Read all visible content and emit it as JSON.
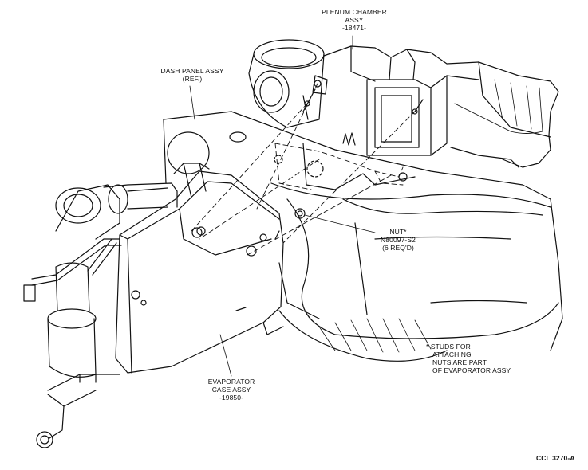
{
  "labels": {
    "plenum": [
      "PLENUM CHAMBER",
      "ASSY",
      "-18471-"
    ],
    "dash": [
      "DASH PANEL ASSY",
      "(REF.)"
    ],
    "nut": [
      "NUT*",
      "N80097-S2",
      "(6 REQ'D)"
    ],
    "note": [
      "* STUDS FOR",
      "ATTACHING",
      "NUTS ARE PART",
      "OF EVAPORATOR ASSY"
    ],
    "evaporator": [
      "EVAPORATOR",
      "CASE ASSY",
      "-19850-"
    ],
    "figure_code": "CCL 3270-A"
  },
  "colors": {
    "ink": "#111111",
    "paper": "#ffffff"
  }
}
